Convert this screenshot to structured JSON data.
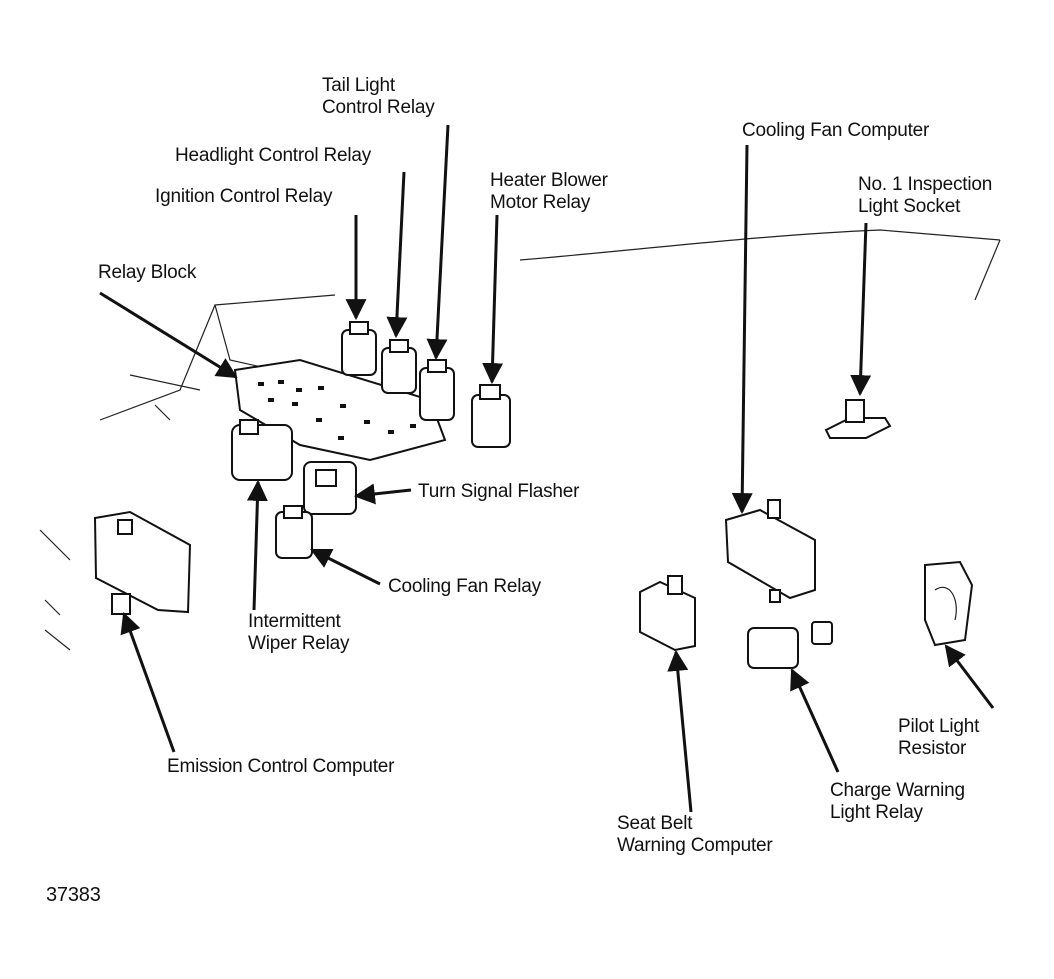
{
  "figure_id": "37383",
  "labels": {
    "tail_light_control_relay": [
      "Tail Light",
      "Control Relay"
    ],
    "headlight_control_relay": [
      "Headlight Control Relay"
    ],
    "ignition_control_relay": [
      "Ignition Control Relay"
    ],
    "heater_blower_motor_relay": [
      "Heater Blower",
      "Motor Relay"
    ],
    "relay_block": [
      "Relay Block"
    ],
    "cooling_fan_computer": [
      "Cooling Fan Computer"
    ],
    "no1_inspection_light_socket": [
      "No. 1 Inspection",
      "Light Socket"
    ],
    "turn_signal_flasher": [
      "Turn Signal Flasher"
    ],
    "cooling_fan_relay": [
      "Cooling Fan Relay"
    ],
    "intermittent_wiper_relay": [
      "Intermittent",
      "Wiper Relay"
    ],
    "emission_control_computer": [
      "Emission Control Computer"
    ],
    "seat_belt_warning_computer": [
      "Seat Belt",
      "Warning Computer"
    ],
    "charge_warning_light_relay": [
      "Charge Warning",
      "Light Relay"
    ],
    "pilot_light_resistor": [
      "Pilot Light",
      "Resistor"
    ]
  }
}
